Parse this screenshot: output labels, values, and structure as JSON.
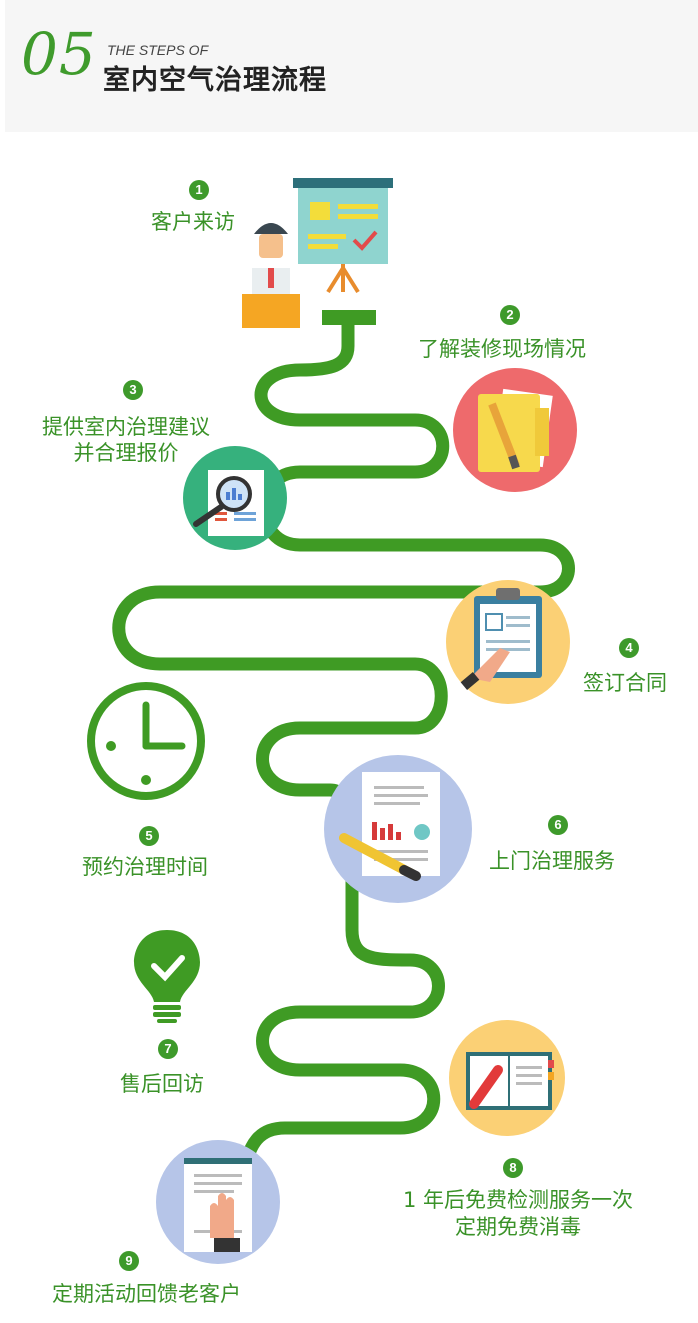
{
  "header": {
    "number": "05",
    "english": "THE STEPS OF",
    "chinese": "室内空气治理流程"
  },
  "steps": [
    {
      "num": "1",
      "label": "客户来访"
    },
    {
      "num": "2",
      "label": "了解装修现场情况"
    },
    {
      "num": "3",
      "line1": "提供室内治理建议",
      "line2": "并合理报价"
    },
    {
      "num": "4",
      "label": "签订合同"
    },
    {
      "num": "5",
      "label": "预约治理时间"
    },
    {
      "num": "6",
      "label": "上门治理服务"
    },
    {
      "num": "7",
      "label": "售后回访"
    },
    {
      "num": "8",
      "line1": "1 年后免费检测服务一次",
      "line2": "定期免费消毒"
    },
    {
      "num": "9",
      "label": "定期活动回馈老客户"
    }
  ],
  "colors": {
    "green": "#3e9a2b",
    "path": "#3f9b24",
    "label": "#3a9228"
  },
  "icons": [
    "presentation-board-icon",
    "person-icon",
    "folder-pencil-icon",
    "magnifier-report-icon",
    "clipboard-hand-icon",
    "clock-icon",
    "document-pen-icon",
    "lightbulb-check-icon",
    "notebook-marker-icon",
    "hand-document-icon"
  ]
}
